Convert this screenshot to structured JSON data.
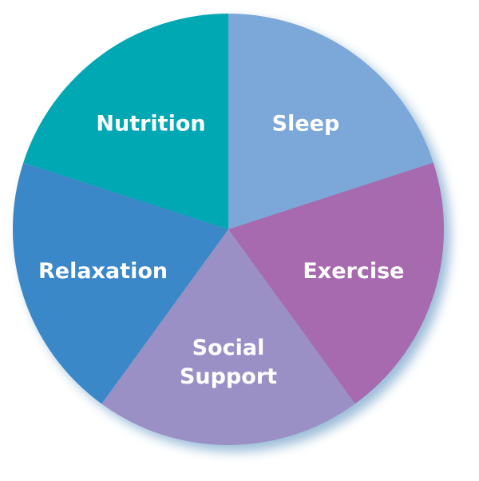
{
  "chart_data": {
    "type": "pie",
    "title": "",
    "slices": [
      {
        "label": [
          "Sleep"
        ],
        "value": 20,
        "color": "#7ba7d9"
      },
      {
        "label": [
          "Exercise"
        ],
        "value": 20,
        "color": "#a86aae"
      },
      {
        "label": [
          "Social",
          "Support"
        ],
        "value": 20,
        "color": "#9a90c5"
      },
      {
        "label": [
          "Relaxation"
        ],
        "value": 20,
        "color": "#3b88c9"
      },
      {
        "label": [
          "Nutrition"
        ],
        "value": 20,
        "color": "#00a8b4"
      }
    ],
    "start_angle_deg": 0,
    "direction": "clockwise",
    "shadow_color": "#2a6fa8"
  }
}
